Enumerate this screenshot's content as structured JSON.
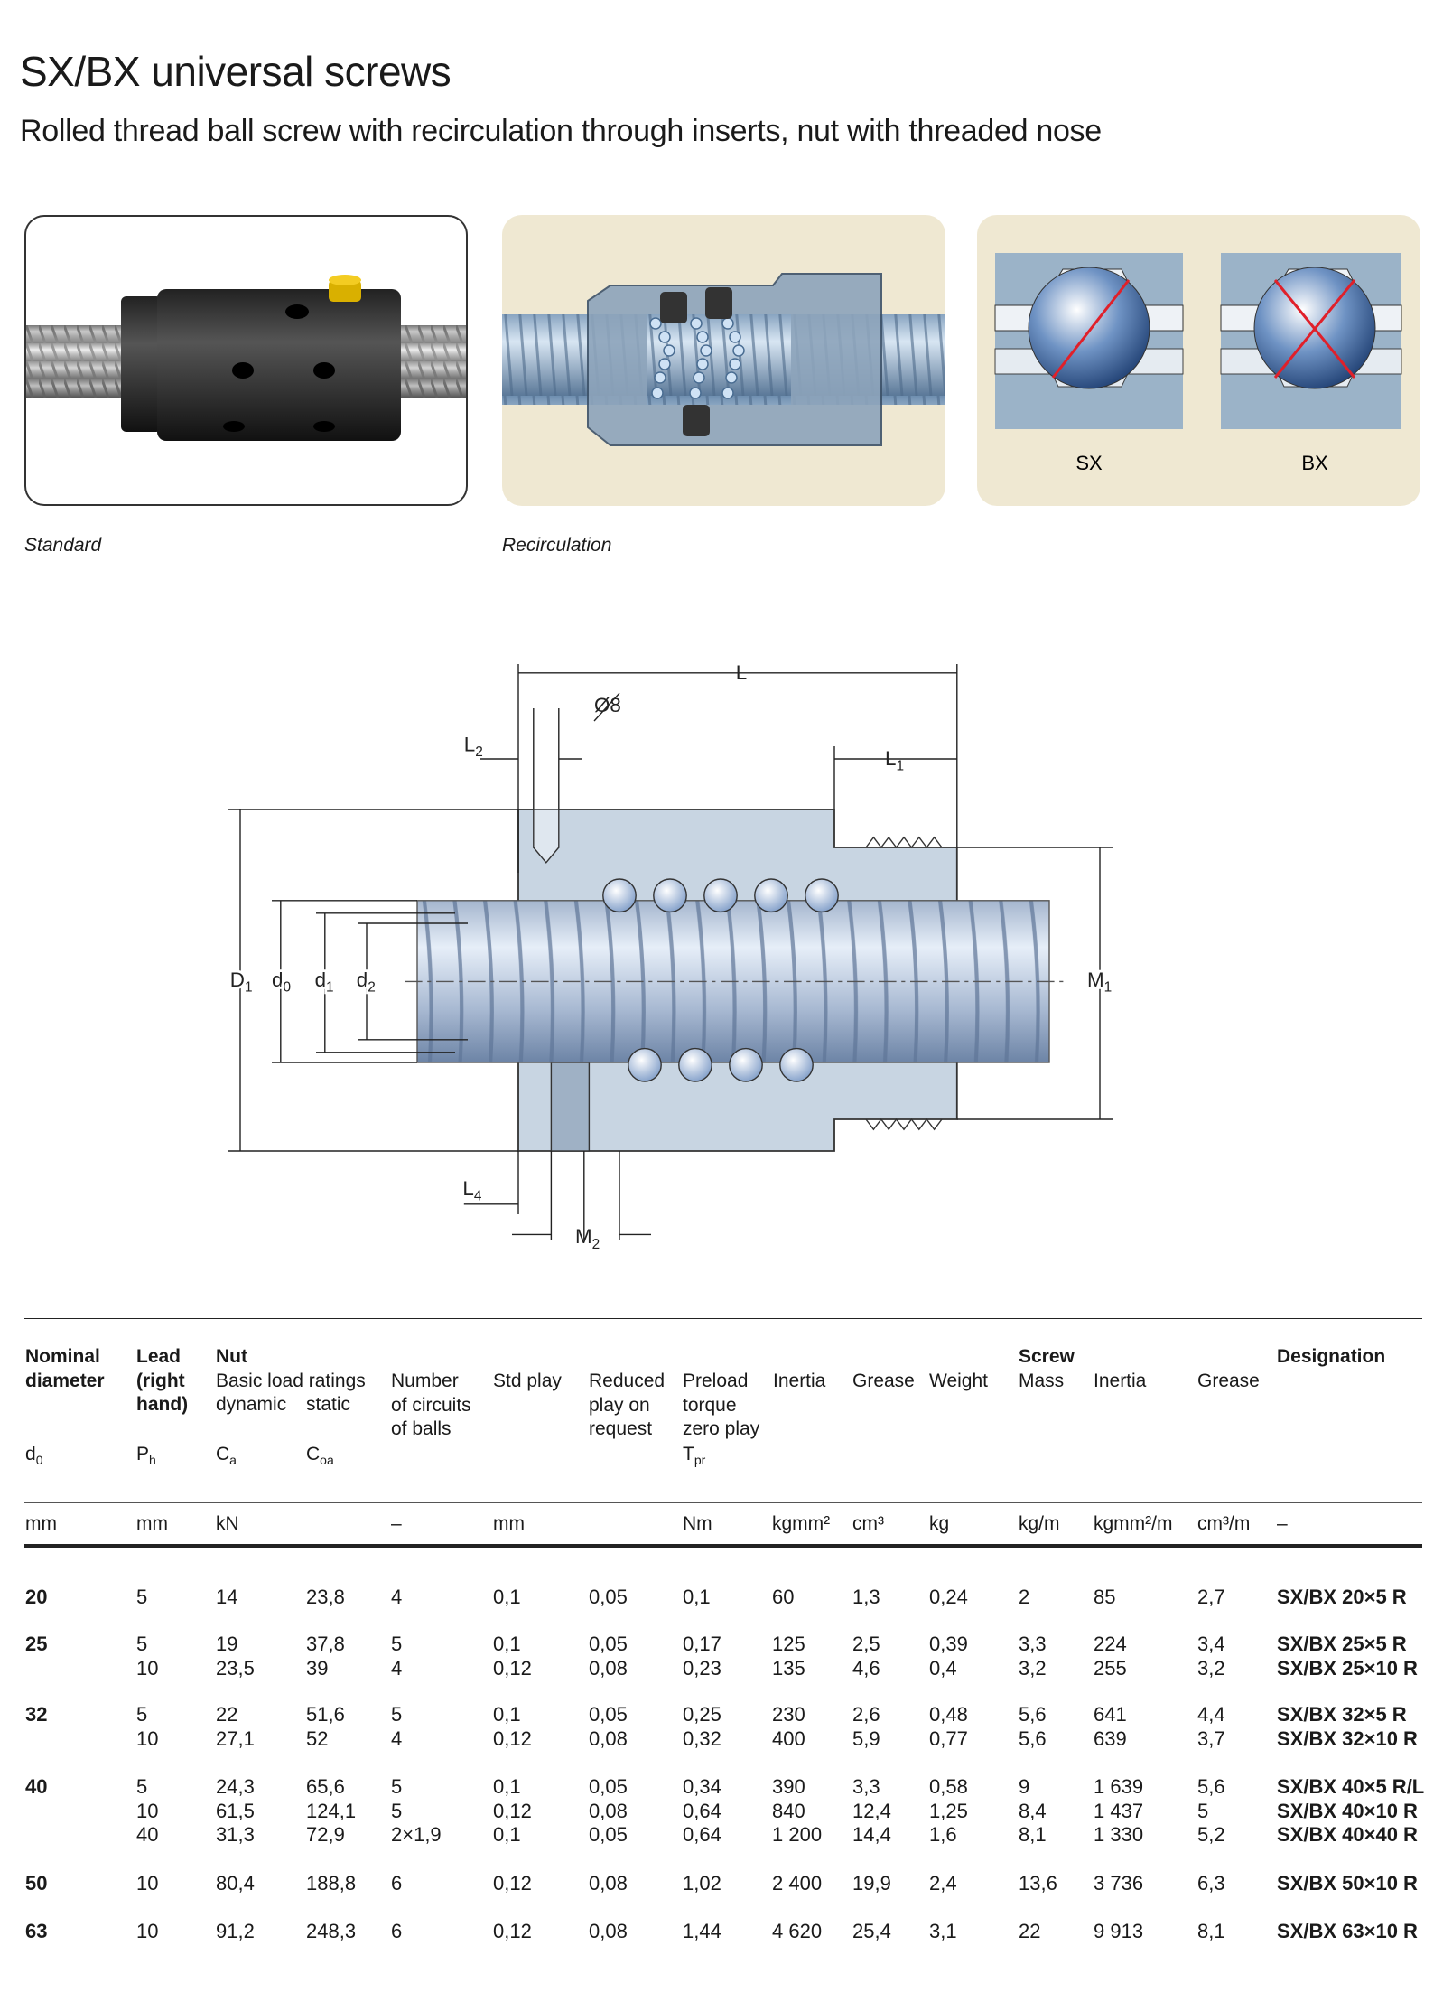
{
  "title": "SX/BX universal screws",
  "subtitle": "Rolled thread ball screw with recirculation through inserts, nut with threaded nose",
  "images": {
    "captions": [
      "Standard",
      "Recirculation"
    ],
    "profile_labels": [
      "SX",
      "BX"
    ]
  },
  "drawing": {
    "labels": {
      "L": "L",
      "dia8": "Ø8",
      "L2": "L",
      "L2_sub": "2",
      "L1": "L",
      "L1_sub": "1",
      "D1": "D",
      "D1_sub": "1",
      "d0": "d",
      "d0_sub": "0",
      "d1": "d",
      "d1_sub": "1",
      "d2": "d",
      "d2_sub": "2",
      "M1": "M",
      "M1_sub": "1",
      "L4": "L",
      "L4_sub": "4",
      "M2": "M",
      "M2_sub": "2"
    }
  },
  "table": {
    "header": {
      "nominal": "Nominal\ndiameter",
      "lead": "Lead\n(right\nhand)",
      "nut": "Nut",
      "basic": "Basic load ratings",
      "dynamic": "dynamic",
      "static": "static",
      "circuits": "Number\nof circuits\nof balls",
      "std_play": "Std play",
      "reduced": "Reduced\nplay on\nrequest",
      "preload": "Preload\ntorque\nzero play",
      "inertia": "Inertia",
      "grease": "Grease",
      "weight": "Weight",
      "screw": "Screw",
      "mass": "Mass",
      "screw_inertia": "Inertia",
      "screw_grease": "Grease",
      "designation": "Designation"
    },
    "symbols": {
      "d0": "d",
      "d0_sub": "0",
      "ph": "P",
      "ph_sub": "h",
      "ca": "C",
      "ca_sub": "a",
      "coa": "C",
      "coa_sub": "oa",
      "tpr": "T",
      "tpr_sub": "pr"
    },
    "units": [
      "mm",
      "mm",
      "kN",
      "",
      "–",
      "mm",
      "",
      "Nm",
      "kgmm²",
      "cm³",
      "kg",
      "kg/m",
      "kgmm²/m",
      "cm³/m",
      "–"
    ],
    "groups": [
      {
        "d0": "20",
        "lead": [
          "5"
        ],
        "ca": [
          "14"
        ],
        "coa": [
          "23,8"
        ],
        "circuits": [
          "4"
        ],
        "std": [
          "0,1"
        ],
        "reduced": [
          "0,05"
        ],
        "tpr": [
          "0,1"
        ],
        "inertia": [
          "60"
        ],
        "grease": [
          "1,3"
        ],
        "weight": [
          "0,24"
        ],
        "mass": [
          "2"
        ],
        "s_inertia": [
          "85"
        ],
        "s_grease": [
          "2,7"
        ],
        "designation": [
          "SX/BX 20×5 R"
        ]
      },
      {
        "d0": "25",
        "lead": [
          "5",
          "10"
        ],
        "ca": [
          "19",
          "23,5"
        ],
        "coa": [
          "37,8",
          "39"
        ],
        "circuits": [
          "5",
          "4"
        ],
        "std": [
          "0,1",
          "0,12"
        ],
        "reduced": [
          "0,05",
          "0,08"
        ],
        "tpr": [
          "0,17",
          "0,23"
        ],
        "inertia": [
          "125",
          "135"
        ],
        "grease": [
          "2,5",
          "4,6"
        ],
        "weight": [
          "0,39",
          "0,4"
        ],
        "mass": [
          "3,3",
          "3,2"
        ],
        "s_inertia": [
          "224",
          "255"
        ],
        "s_grease": [
          "3,4",
          "3,2"
        ],
        "designation": [
          "SX/BX 25×5 R",
          "SX/BX 25×10 R"
        ]
      },
      {
        "d0": "32",
        "lead": [
          "5",
          "10"
        ],
        "ca": [
          "22",
          "27,1"
        ],
        "coa": [
          "51,6",
          "52"
        ],
        "circuits": [
          "5",
          "4"
        ],
        "std": [
          "0,1",
          "0,12"
        ],
        "reduced": [
          "0,05",
          "0,08"
        ],
        "tpr": [
          "0,25",
          "0,32"
        ],
        "inertia": [
          "230",
          "400"
        ],
        "grease": [
          "2,6",
          "5,9"
        ],
        "weight": [
          "0,48",
          "0,77"
        ],
        "mass": [
          "5,6",
          "5,6"
        ],
        "s_inertia": [
          "641",
          "639"
        ],
        "s_grease": [
          "4,4",
          "3,7"
        ],
        "designation": [
          "SX/BX 32×5 R",
          "SX/BX 32×10 R"
        ]
      },
      {
        "d0": "40",
        "lead": [
          "5",
          "10",
          "40"
        ],
        "ca": [
          "24,3",
          "61,5",
          "31,3"
        ],
        "coa": [
          "65,6",
          "124,1",
          "72,9"
        ],
        "circuits": [
          "5",
          "5",
          "2×1,9"
        ],
        "std": [
          "0,1",
          "0,12",
          "0,1"
        ],
        "reduced": [
          "0,05",
          "0,08",
          "0,05"
        ],
        "tpr": [
          "0,34",
          "0,64",
          "0,64"
        ],
        "inertia": [
          "390",
          "840",
          "1 200"
        ],
        "grease": [
          "3,3",
          "12,4",
          "14,4"
        ],
        "weight": [
          "0,58",
          "1,25",
          "1,6"
        ],
        "mass": [
          "9",
          "8,4",
          "8,1"
        ],
        "s_inertia": [
          "1 639",
          "1 437",
          "1 330"
        ],
        "s_grease": [
          "5,6",
          "5",
          "5,2"
        ],
        "designation": [
          "SX/BX 40×5 R/L",
          "SX/BX 40×10 R",
          "SX/BX 40×40 R"
        ]
      },
      {
        "d0": "50",
        "lead": [
          "10"
        ],
        "ca": [
          "80,4"
        ],
        "coa": [
          "188,8"
        ],
        "circuits": [
          "6"
        ],
        "std": [
          "0,12"
        ],
        "reduced": [
          "0,08"
        ],
        "tpr": [
          "1,02"
        ],
        "inertia": [
          "2 400"
        ],
        "grease": [
          "19,9"
        ],
        "weight": [
          "2,4"
        ],
        "mass": [
          "13,6"
        ],
        "s_inertia": [
          "3 736"
        ],
        "s_grease": [
          "6,3"
        ],
        "designation": [
          "SX/BX 50×10 R"
        ]
      },
      {
        "d0": "63",
        "lead": [
          "10"
        ],
        "ca": [
          "91,2"
        ],
        "coa": [
          "248,3"
        ],
        "circuits": [
          "6"
        ],
        "std": [
          "0,12"
        ],
        "reduced": [
          "0,08"
        ],
        "tpr": [
          "1,44"
        ],
        "inertia": [
          "4 620"
        ],
        "grease": [
          "25,4"
        ],
        "weight": [
          "3,1"
        ],
        "mass": [
          "22"
        ],
        "s_inertia": [
          "9 913"
        ],
        "s_grease": [
          "8,1"
        ],
        "designation": [
          "SX/BX 63×10 R"
        ]
      }
    ]
  }
}
